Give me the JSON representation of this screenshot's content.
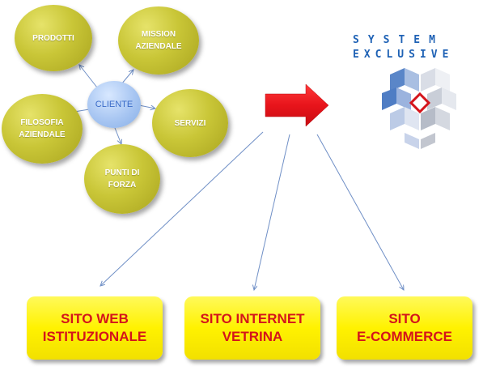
{
  "mindmap": {
    "center": "CLIENTE",
    "nodes": [
      {
        "id": "prodotti",
        "label": "PRODOTTI"
      },
      {
        "id": "mission",
        "label": "MISSION\nAZIENDALE"
      },
      {
        "id": "filosofia",
        "label": "FILOSOFIA\nAZIENDALE"
      },
      {
        "id": "servizi",
        "label": "SERVIZI"
      },
      {
        "id": "punti",
        "label": "PUNTI DI\nFORZA"
      }
    ]
  },
  "logo": {
    "line1": "SYSTEM",
    "line2": "EXCLUSIVE"
  },
  "targets": [
    {
      "label": "SITO WEB\nISTITUZIONALE"
    },
    {
      "label": "SITO INTERNET\nVETRINA"
    },
    {
      "label": "SITO\nE-COMMERCE"
    }
  ],
  "colors": {
    "bubble": "#c9c637",
    "client": "#a8c6f2",
    "arrow": "#e8141b",
    "target_fill": "#fff200",
    "target_text": "#d4141b",
    "logo_blue": "#1f62b5"
  }
}
